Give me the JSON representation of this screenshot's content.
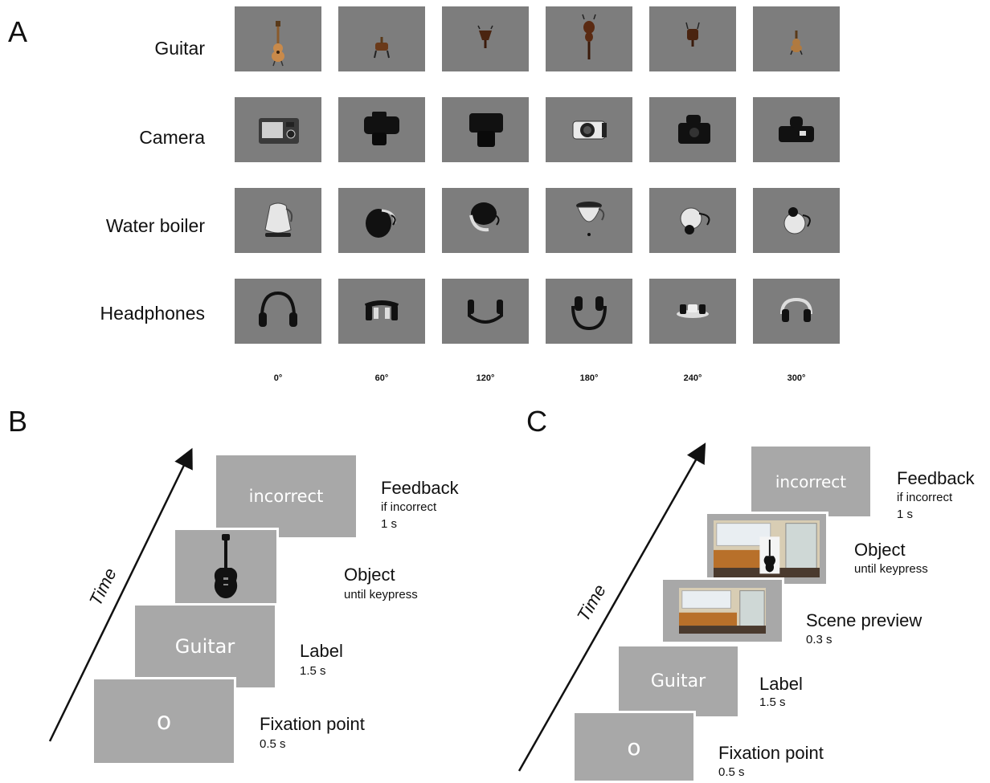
{
  "panel_a": {
    "letter": "A",
    "rows": [
      {
        "label": "Guitar"
      },
      {
        "label": "Camera"
      },
      {
        "label": "Water boiler"
      },
      {
        "label": "Headphones"
      }
    ],
    "angles": [
      "0°",
      "60°",
      "120°",
      "180°",
      "240°",
      "300°"
    ]
  },
  "panel_b": {
    "letter": "B",
    "time_label": "Time",
    "steps": [
      {
        "title": "Feedback",
        "sub1": "if incorrect",
        "sub2": "1 s",
        "screen_text": "incorrect"
      },
      {
        "title": "Object",
        "sub1": "until keypress"
      },
      {
        "title": "Label",
        "sub1": "1.5 s",
        "screen_text": "Guitar"
      },
      {
        "title": "Fixation point",
        "sub1": "0.5 s",
        "screen_text": "o"
      }
    ]
  },
  "panel_c": {
    "letter": "C",
    "time_label": "Time",
    "steps": [
      {
        "title": "Feedback",
        "sub1": "if incorrect",
        "sub2": "1 s",
        "screen_text": "incorrect"
      },
      {
        "title": "Object",
        "sub1": "until keypress"
      },
      {
        "title": "Scene preview",
        "sub1": "0.3 s"
      },
      {
        "title": "Label",
        "sub1": "1.5 s",
        "screen_text": "Guitar"
      },
      {
        "title": "Fixation point",
        "sub1": "0.5 s",
        "screen_text": "o"
      }
    ]
  }
}
